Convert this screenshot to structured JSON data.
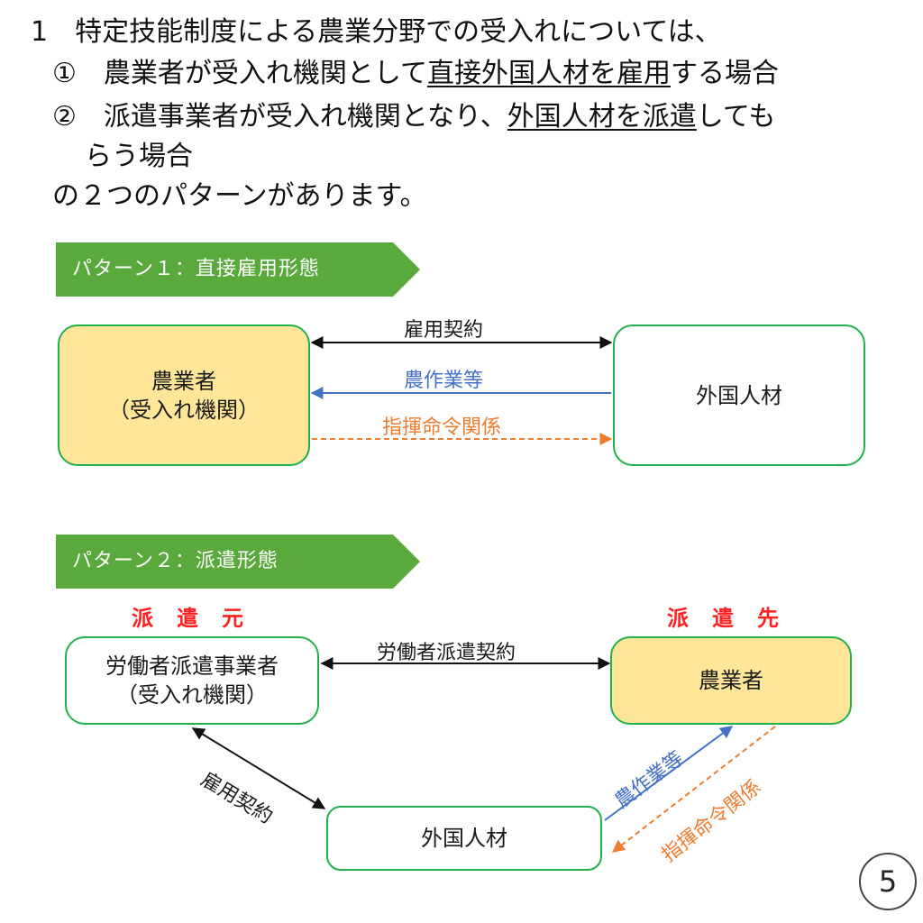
{
  "intro": {
    "line1": "1　特定技能制度による農業分野での受入れについては、",
    "line2_prefix": "①　農業者が受入れ機関として",
    "line2_underline": "直接外国人材を雇用",
    "line2_suffix": "する場合",
    "line3_prefix": "②　派遣事業者が受入れ機関となり、",
    "line3_underline": "外国人材を派遣",
    "line3_suffix": "しても",
    "line4": "らう場合",
    "line5": "の２つのパターンがあります。"
  },
  "pattern1": {
    "banner": "パターン１：直接雇用形態",
    "farmer_line1": "農業者",
    "farmer_line2": "（受入れ機関）",
    "foreign": "外国人材",
    "contract": "雇用契約",
    "work": "農作業等",
    "command": "指揮命令関係"
  },
  "pattern2": {
    "banner": "パターン２：派遣形態",
    "source_label": "派遣元",
    "dest_label": "派遣先",
    "dispatcher_line1": "労働者派遣事業者",
    "dispatcher_line2": "（受入れ機関）",
    "farmer": "農業者",
    "foreign": "外国人材",
    "dispatch_contract": "労働者派遣契約",
    "employment_contract": "雇用契約",
    "work": "農作業等",
    "command": "指揮命令関係"
  },
  "page_number": "5",
  "colors": {
    "banner_green": "#5aa93c",
    "box_border": "#22b04c",
    "farmer_fill": "#ffe699",
    "work_arrow": "#4472c4",
    "command_arrow": "#ed7d31",
    "label_red": "#ff2020"
  }
}
